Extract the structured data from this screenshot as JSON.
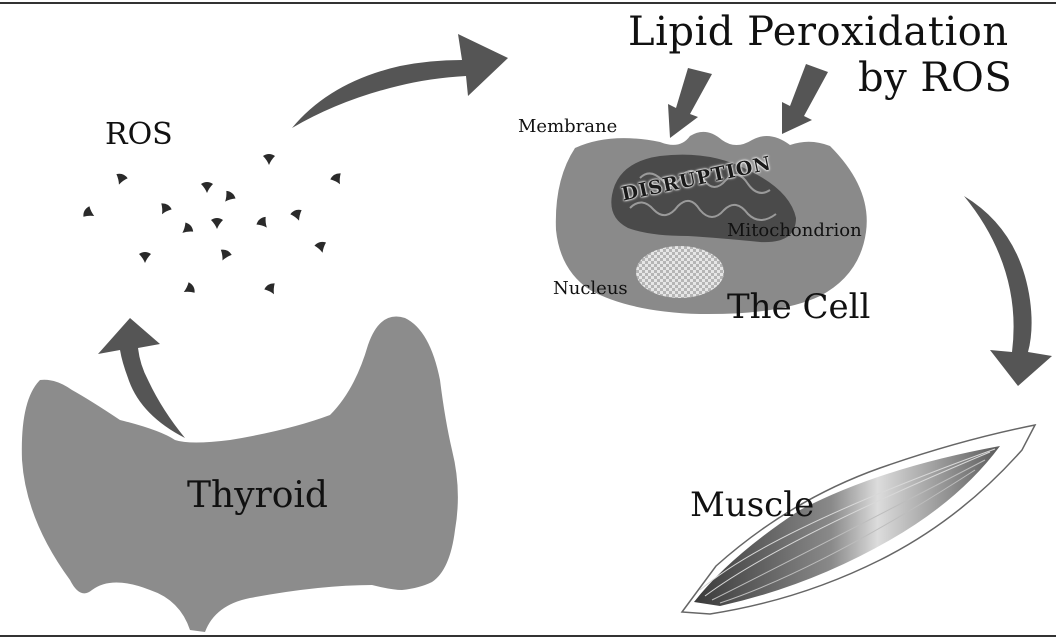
{
  "labels": {
    "lipid_peroxidation_line1": "Lipid Peroxidation",
    "lipid_peroxidation_line2": "by ROS",
    "ros": "ROS",
    "membrane": "Membrane",
    "disruption": "DISRUPTION",
    "mitochondrion": "Mitochondrion",
    "nucleus": "Nucleus",
    "the_cell": "The Cell",
    "thyroid": "Thyroid",
    "muscle": "Muscle"
  },
  "colors": {
    "frame_line": "#333333",
    "thyroid_fill": "#8c8c8c",
    "cell_fill": "#8a8a8a",
    "mitochondrion_fill": "#4a4a4a",
    "nucleus_fill": "#d0d0d0",
    "arrow_fill": "#555555",
    "ros_particle": "#2a2a2a",
    "muscle_fill": "#6e6e6e"
  },
  "icons": [
    "ros-particle-icon",
    "curved-arrow-icon",
    "down-arrow-icon"
  ]
}
